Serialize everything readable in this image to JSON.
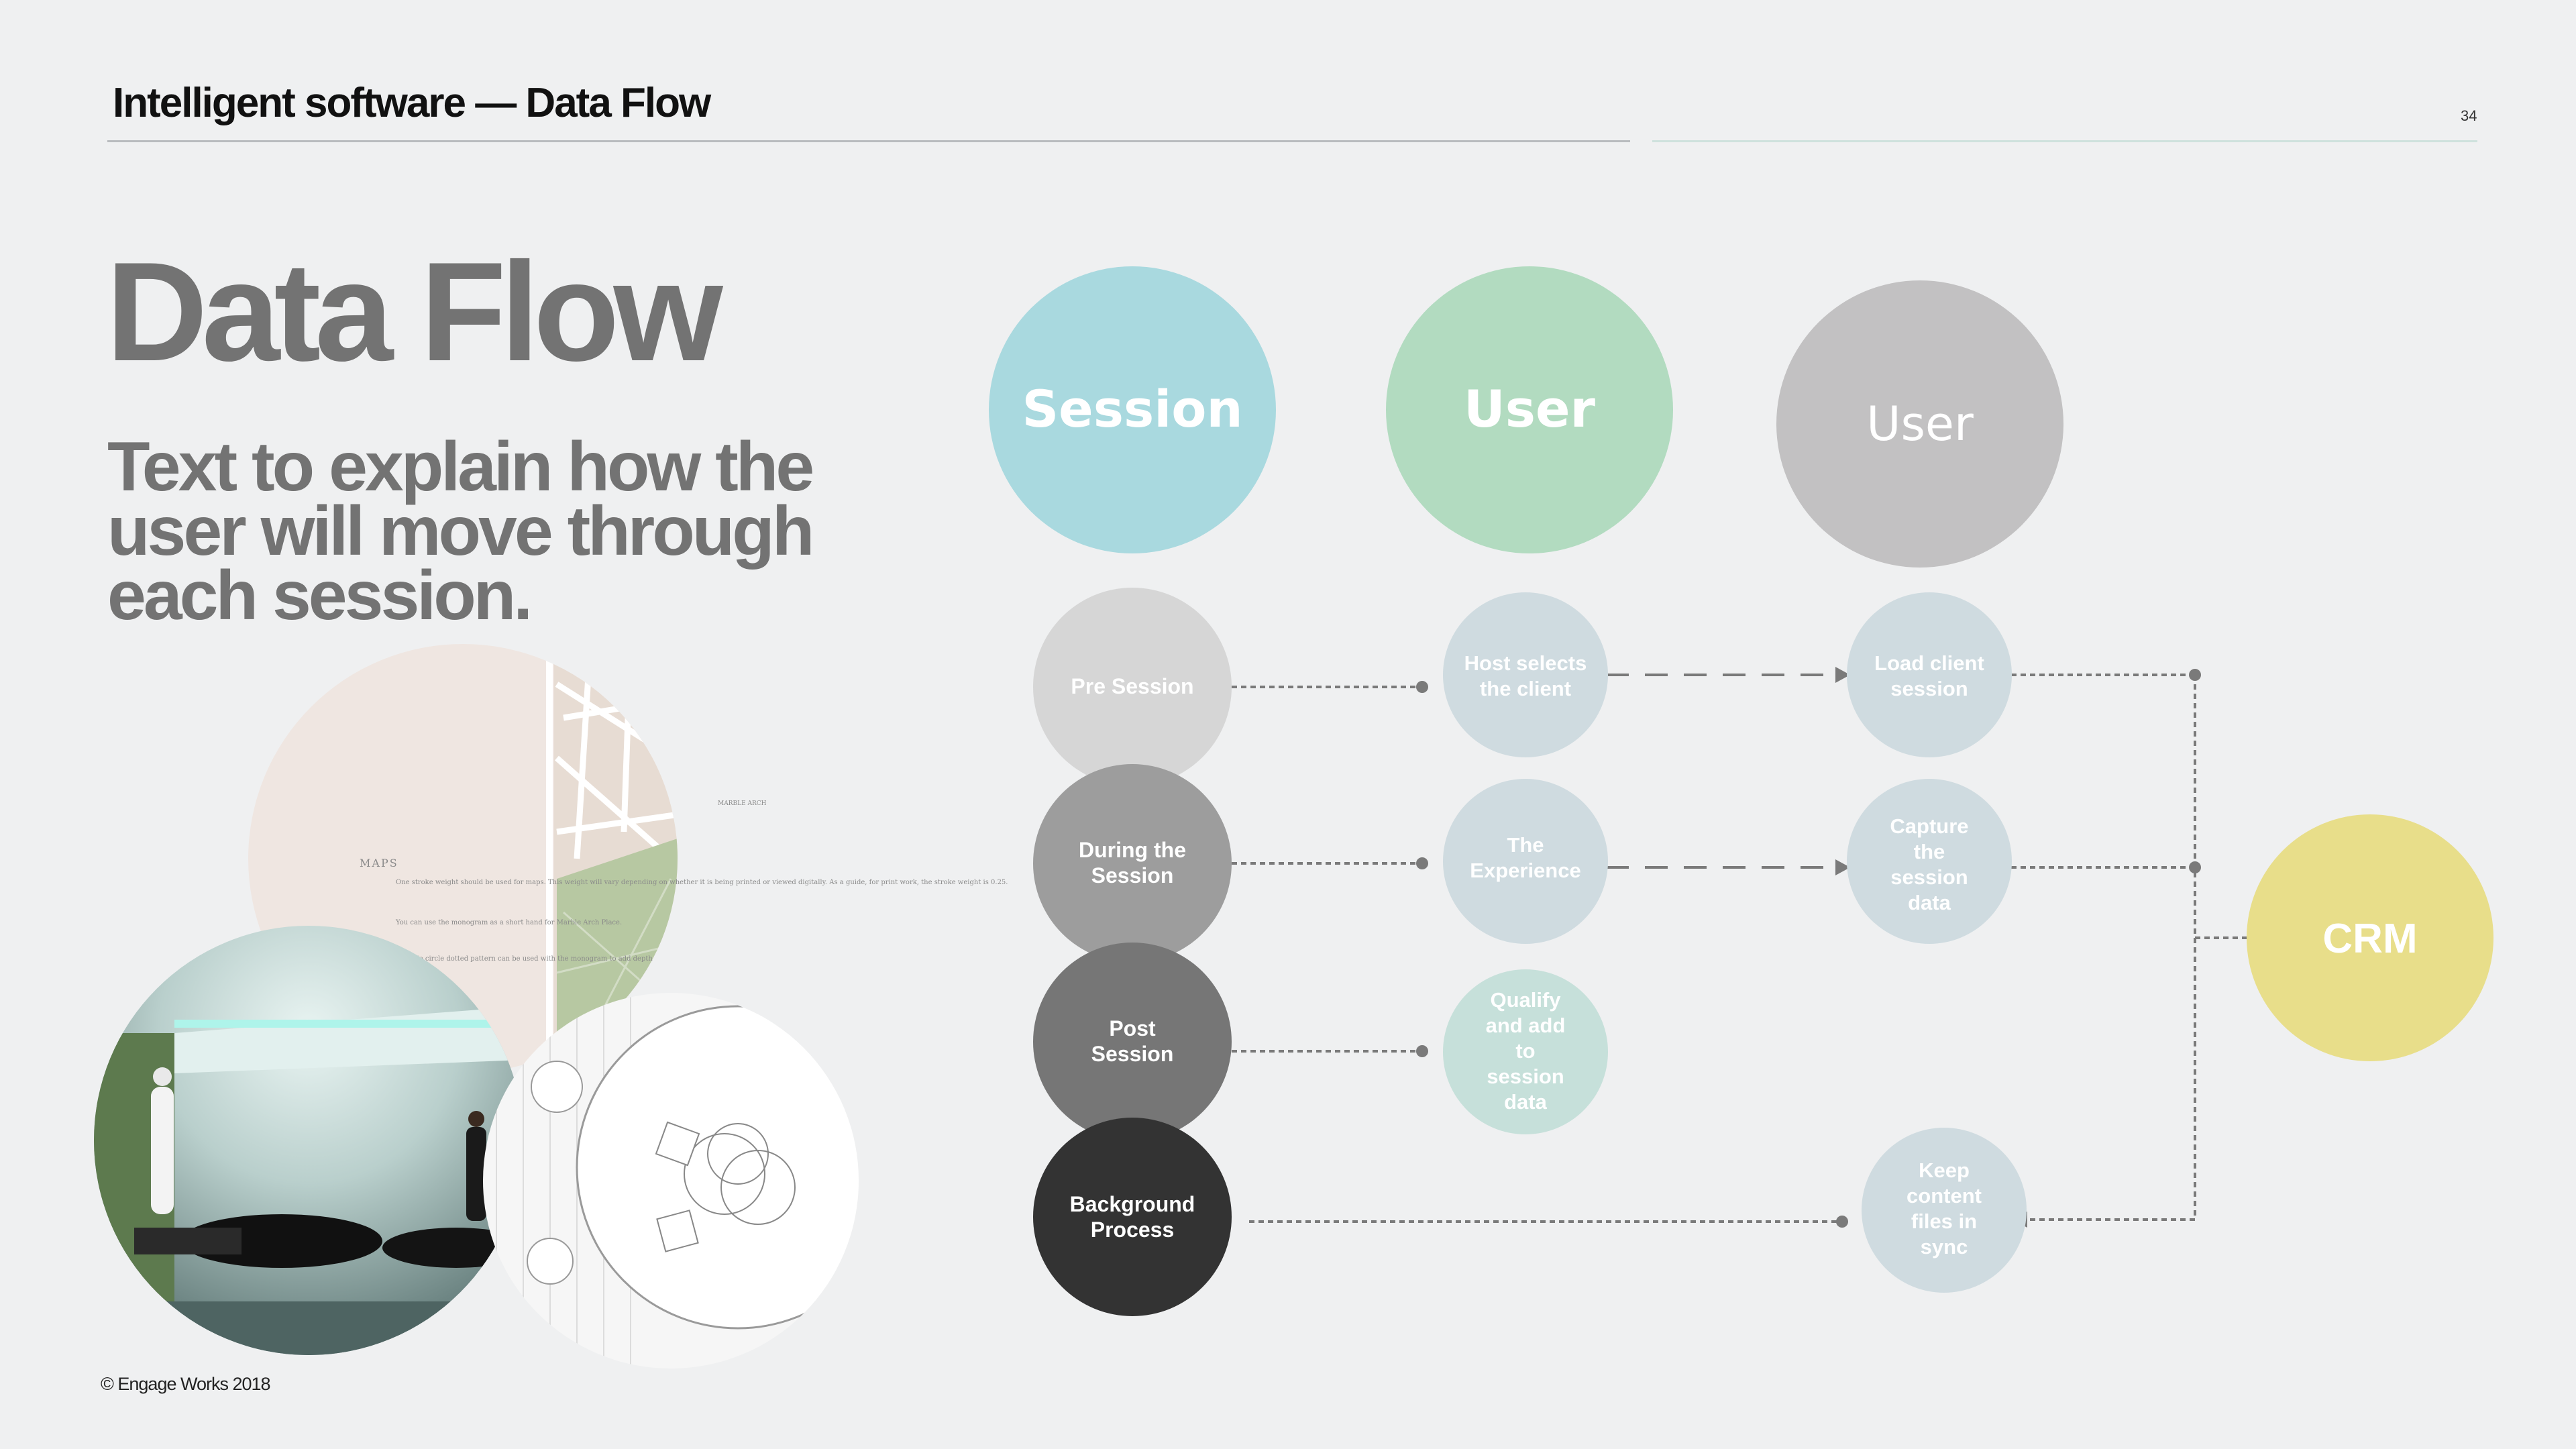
{
  "header": {
    "title": "Intelligent software — Data Flow",
    "page_number": "34"
  },
  "hero": {
    "title": "Data Flow",
    "subtitle": "Text to explain how the user will move through each session."
  },
  "footer": {
    "copyright": "© Engage Works 2018"
  },
  "collage": {
    "map_label": "MAPS",
    "map_body": "One stroke weight should be used for maps. This weight will vary depending on whether it is being printed or viewed digitally. As a guide, for print work, the stroke weight is 0.25.",
    "map_body_2": "You can use the monogram as a short hand for Marble Arch Place.",
    "map_body_3": "A single circle dotted pattern can be used with the monogram to add depth",
    "map_place": "MARBLE ARCH"
  },
  "colors": {
    "session": "#a9d9df",
    "user1": "#b2dbc0",
    "user2": "#c2c1c2",
    "crm": "#e8de8a",
    "step_pale": "#cfdbe0",
    "step_green": "#c6e0da",
    "connector": "#7a7a7a"
  },
  "columns": [
    {
      "label": "Session",
      "icon": "session-circle"
    },
    {
      "label": "User",
      "icon": "user-circle"
    },
    {
      "label": "User",
      "icon": "user-circle"
    }
  ],
  "stages": [
    {
      "label": "Pre Session",
      "color": "#d6d6d6"
    },
    {
      "label": "During the Session",
      "color": "#9d9d9d"
    },
    {
      "label": "Post Session",
      "color": "#767676"
    },
    {
      "label": "Background Process",
      "color": "#333333"
    }
  ],
  "user_steps": [
    "Host selects the client",
    "The Experience",
    "Qualify and add to session data"
  ],
  "system_steps": [
    "Load client session",
    "Capture the session data",
    "Keep content files in sync"
  ],
  "crm": "CRM"
}
